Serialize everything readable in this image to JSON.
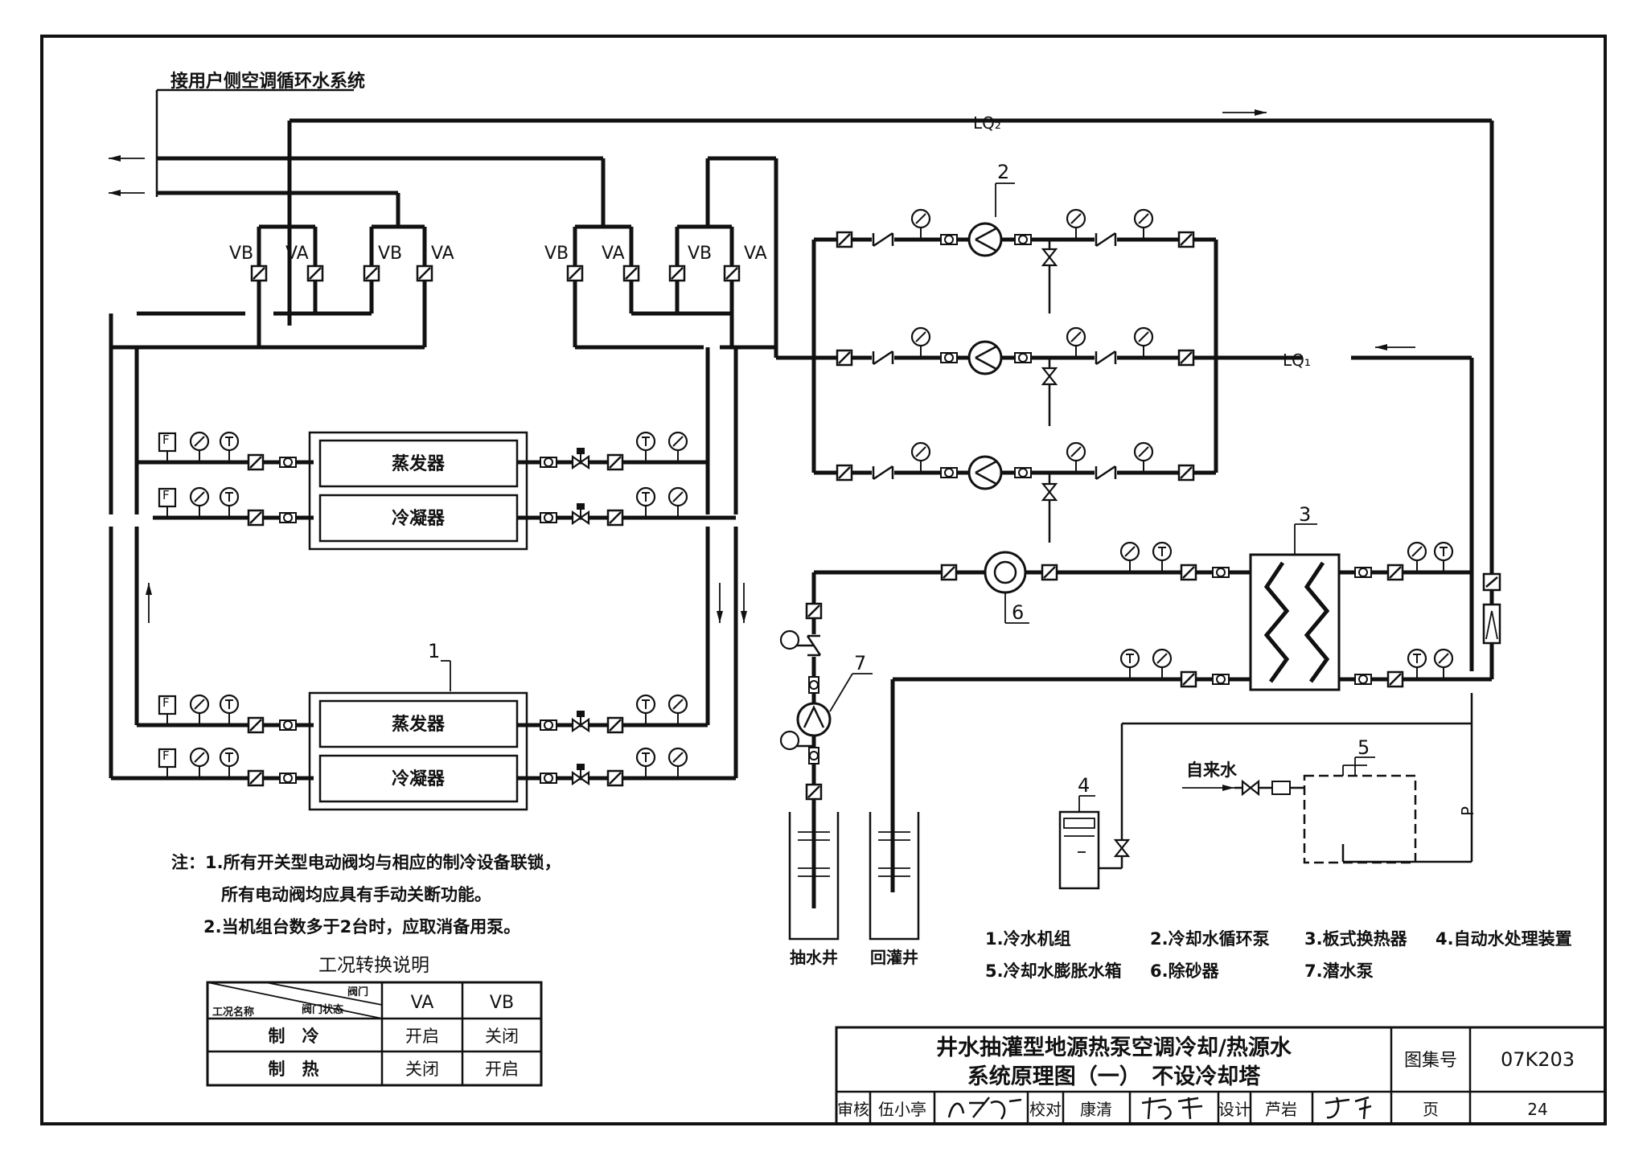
{
  "header_note": "接用户侧空调循环水系统",
  "pipe_labels": {
    "lq2": "LQ₂",
    "lq1": "LQ₁",
    "p": "P"
  },
  "valve_labels": {
    "vb": "VB",
    "va": "VA"
  },
  "equipment": {
    "evaporator": "蒸发器",
    "condenser": "冷凝器",
    "tap_water": "自来水",
    "pump_well": "抽水井",
    "recharge_well": "回灌井"
  },
  "instrument_symbols": {
    "flow": "F",
    "temperature": "T"
  },
  "callouts": [
    "1",
    "2",
    "3",
    "4",
    "5",
    "6",
    "7"
  ],
  "notes": [
    "注：1.所有开关型电动阀均与相应的制冷设备联锁，",
    "所有电动阀均应具有手动关断功能。",
    "2.当机组台数多于2台时，应取消备用泵。"
  ],
  "legend": [
    "1.冷水机组",
    "2.冷却水循环泵",
    "3.板式换热器",
    "4.自动水处理装置",
    "5.冷却水膨胀水箱",
    "6.除砂器",
    "7.潜水泵"
  ],
  "mode_table": {
    "title": "工况转换说明",
    "corner_top": "阀门",
    "corner_mid": "阀门状态",
    "corner_left": "工况名称",
    "col_headers": [
      "VA",
      "VB"
    ],
    "rows": [
      {
        "mode": "制　冷",
        "va": "开启",
        "vb": "关闭"
      },
      {
        "mode": "制　热",
        "va": "关闭",
        "vb": "开启"
      }
    ]
  },
  "title_block": {
    "title_line1": "井水抽灌型地源热泵空调冷却/热源水",
    "title_line2": "系统原理图（一）　不设冷却塔",
    "atlas_label": "图集号",
    "atlas_no": "07K203",
    "review_label": "审核",
    "reviewer": "伍小亭",
    "check_label": "校对",
    "checker": "康清",
    "design_label": "设计",
    "designer": "芦岩",
    "page_label": "页",
    "page_no": "24"
  }
}
